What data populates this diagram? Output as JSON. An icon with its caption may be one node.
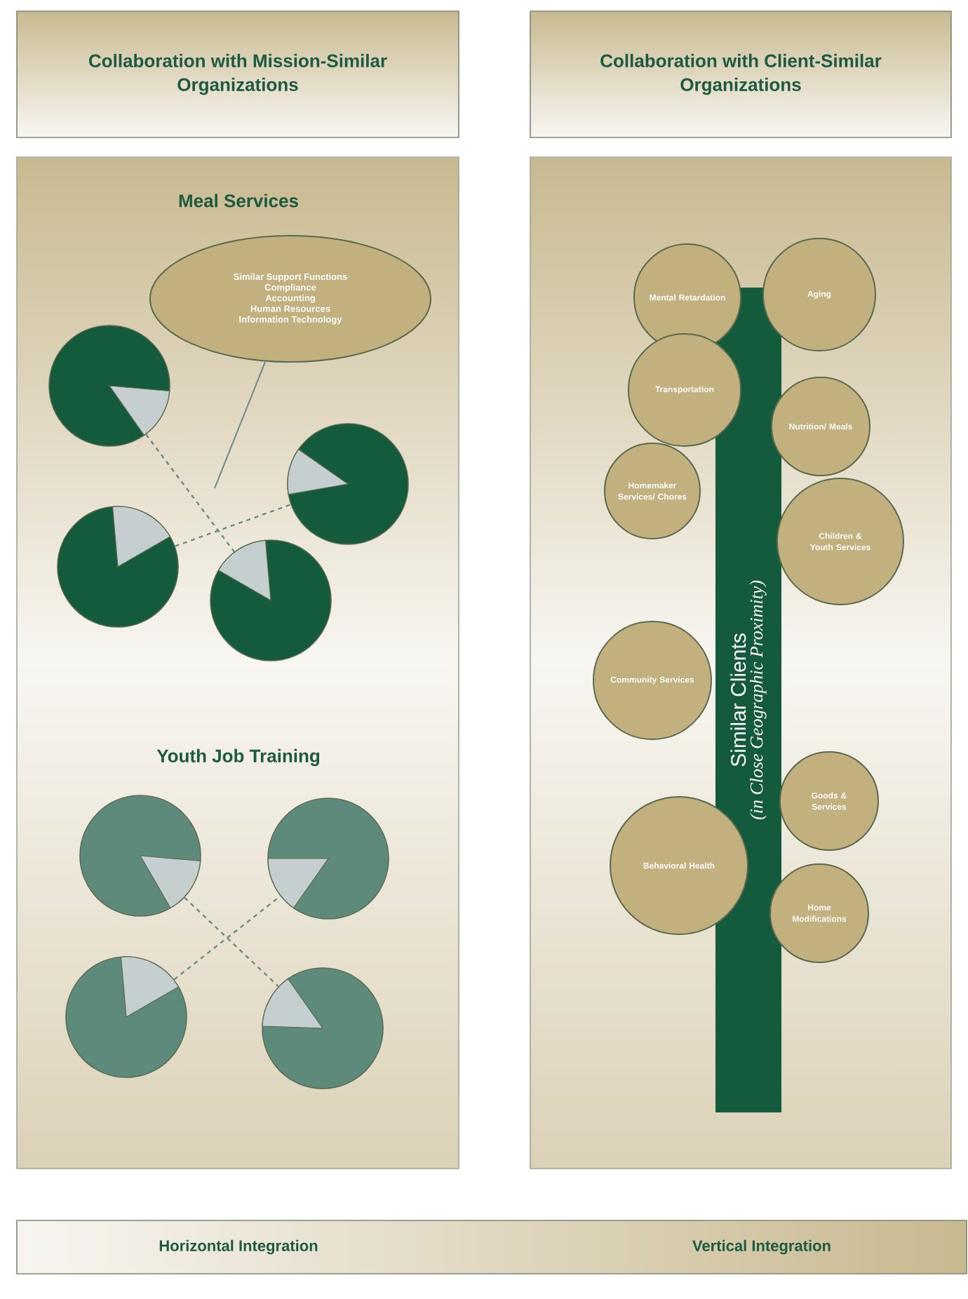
{
  "diagram": {
    "nodes": [
      {
        "text": [
          "Collaboration with Mission-Similar Organizations"
        ]
      },
      {
        "text": [
          "Collaboration with Client-Similar Organizations"
        ]
      },
      {
        "text": [
          "Meal Services",
          "Youth Job Training"
        ]
      },
      {
        "text": [
          "Similar Support Functions",
          "Compliance",
          "Accounting",
          "Human Resources",
          "Information Technology"
        ],
        "in": 2
      },
      {
        "text": [],
        "shape": "circle",
        "in": 2
      },
      {
        "text": [],
        "shape": "circle",
        "in": 2
      },
      {
        "text": [],
        "shape": "circle",
        "in": 2
      },
      {
        "text": [],
        "shape": "circle",
        "in": 2
      },
      {
        "text": [],
        "shape": "circle",
        "in": 2
      },
      {
        "text": [],
        "shape": "circle",
        "in": 2
      },
      {
        "text": [],
        "shape": "circle",
        "in": 2
      },
      {
        "text": [],
        "shape": "circle",
        "in": 2
      },
      {
        "text": [],
        "shape": "box"
      },
      {
        "text": [
          "Similar Clients",
          "(in Close Geographic Proximity)"
        ],
        "in": 12
      },
      {
        "text": [
          "Mental Retardation"
        ],
        "in": 12
      },
      {
        "text": [
          "Aging"
        ],
        "in": 12
      },
      {
        "text": [
          "Transportation"
        ],
        "in": 12
      },
      {
        "text": [
          "Nutrition/ Meals"
        ],
        "in": 12
      },
      {
        "text": [
          "Homemaker Services/ Chores"
        ],
        "in": 12
      },
      {
        "text": [
          "Children & Youth Services"
        ],
        "in": 12
      },
      {
        "text": [
          "Community Services"
        ],
        "in": 12
      },
      {
        "text": [
          "Goods & Services"
        ],
        "in": 12
      },
      {
        "text": [
          "Behavioral Health"
        ],
        "in": 12
      },
      {
        "text": [
          "Home Modifications"
        ],
        "in": 12
      },
      {
        "text": [
          "Horizontal Integration",
          "Vertical Integration"
        ]
      }
    ],
    "edges": [
      {
        "from": 3,
        "to": null,
        "arrow": "none"
      },
      {
        "from": 4,
        "to": 7,
        "arrow": "none",
        "style": "dashed"
      },
      {
        "from": 6,
        "to": 5,
        "arrow": "none",
        "style": "dashed"
      },
      {
        "from": 8,
        "to": 11,
        "arrow": "none",
        "style": "dashed"
      },
      {
        "from": 10,
        "to": 9,
        "arrow": "none",
        "style": "dashed"
      }
    ]
  }
}
